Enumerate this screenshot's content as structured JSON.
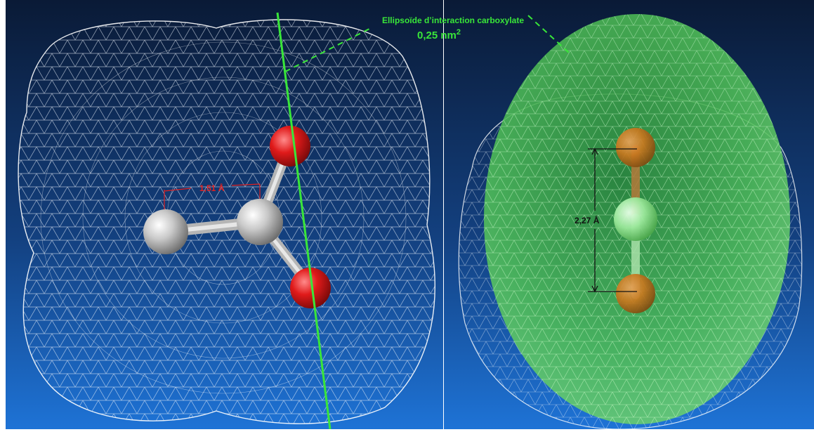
{
  "annotation": {
    "title": "Ellipsoïde d’interaction carboxylate",
    "area_value": "0,25 nm",
    "area_superscript": "2",
    "color": "#39e639"
  },
  "left_panel": {
    "bond_length_label": "1,51 Å",
    "atoms": {
      "carbon_color": "#c8c8c8",
      "oxygen_color": "#e21b1b"
    }
  },
  "right_panel": {
    "distance_label": "2,27 Å",
    "ellipsoid_color": "#5fd65f",
    "atom_colors": {
      "central": "#9be89b",
      "terminal": "#c9781f"
    }
  },
  "background": {
    "top": "#0b1d3a",
    "bottom": "#1f6fd0"
  }
}
